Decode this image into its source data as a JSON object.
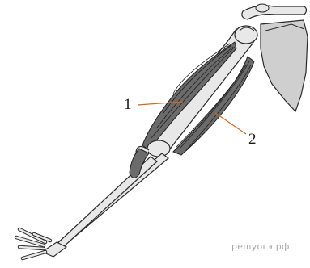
{
  "figure": {
    "labels": [
      {
        "id": "1",
        "text": "1",
        "target": "biceps-muscle"
      },
      {
        "id": "2",
        "text": "2",
        "target": "triceps-muscle"
      }
    ],
    "watermark": "решуогэ.рф"
  },
  "colors": {
    "bone": "#e8e8e8",
    "bone_outline": "#2a2a2a",
    "scapula": "#cfcfcf",
    "muscle": "#6b6b6b",
    "muscle_fiber": "#1f1f1f",
    "leader_line": "#d2691e"
  }
}
